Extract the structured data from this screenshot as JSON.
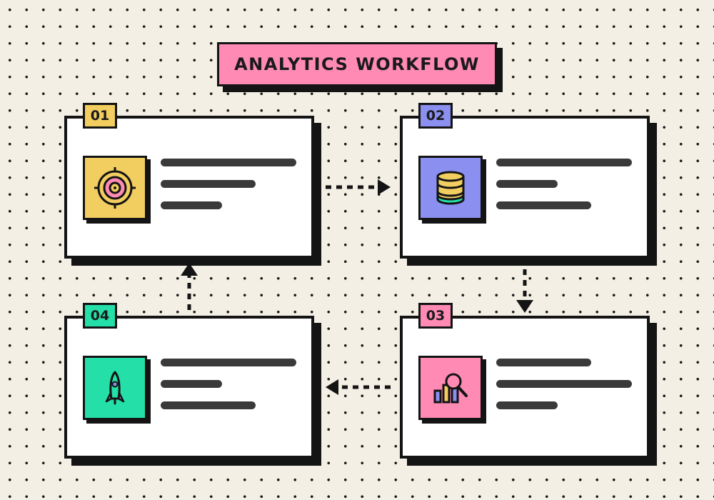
{
  "title": "ANALYTICS WORKFLOW",
  "colors": {
    "background": "#f3efe4",
    "title_fill": "#ff8ab3",
    "outline": "#141414",
    "text_line": "#3a3a3a"
  },
  "steps": [
    {
      "number": "01",
      "color": "#f2cd60",
      "icon": "target-icon"
    },
    {
      "number": "02",
      "color": "#8a8ff0",
      "icon": "database-icon"
    },
    {
      "number": "03",
      "color": "#ff8ab3",
      "icon": "analytics-chart-magnifier-icon"
    },
    {
      "number": "04",
      "color": "#24e0a8",
      "icon": "rocket-icon"
    }
  ],
  "flow": [
    {
      "from": "01",
      "to": "02",
      "direction": "right"
    },
    {
      "from": "02",
      "to": "03",
      "direction": "down"
    },
    {
      "from": "03",
      "to": "04",
      "direction": "left"
    },
    {
      "from": "04",
      "to": "01",
      "direction": "up"
    }
  ]
}
